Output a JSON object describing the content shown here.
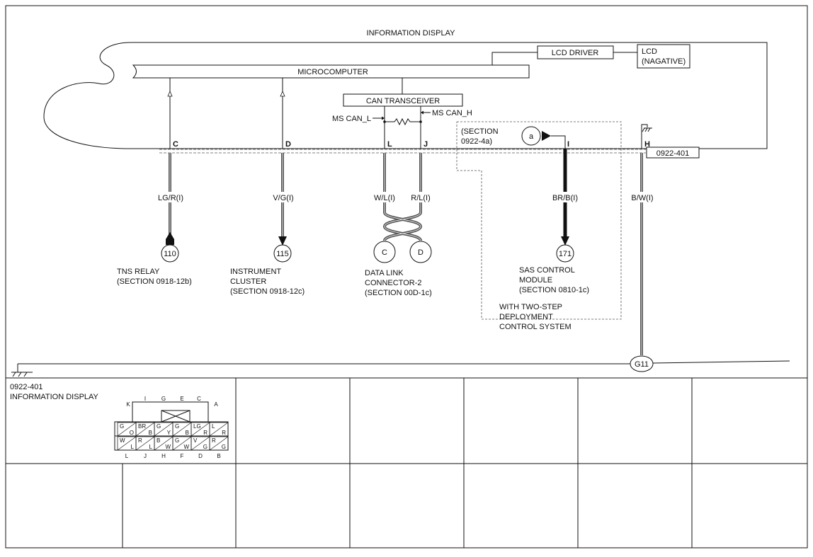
{
  "title": "INFORMATION DISPLAY",
  "lcd_driver": "LCD DRIVER",
  "lcd": {
    "line1": "LCD",
    "line2": "(NAGATIVE)"
  },
  "microcomputer": "MICROCOMPUTER",
  "can_transceiver": "CAN TRANSCEIVER",
  "ms_can_l": "MS CAN_L",
  "ms_can_h": "MS CAN_H",
  "section_ref": {
    "line1": "(SECTION",
    "line2": "0922-4a)",
    "circle": "a"
  },
  "connector_id": "0922-401",
  "pins": {
    "c": "C",
    "d": "D",
    "l": "L",
    "j": "J",
    "i": "I",
    "h": "H"
  },
  "wires": {
    "c": "LG/R(I)",
    "d": "V/G(I)",
    "l": "W/L(I)",
    "j": "R/L(I)",
    "i": "BR/B(I)",
    "h": "B/W(I)"
  },
  "destinations": [
    {
      "num": "110",
      "line1": "TNS RELAY",
      "line2": "(SECTION 0918-12b)",
      "line3": ""
    },
    {
      "num": "115",
      "line1": "INSTRUMENT",
      "line2": "CLUSTER",
      "line3": "(SECTION 0918-12c)"
    },
    {
      "num": "C"
    },
    {
      "num": "D"
    },
    {
      "line1": "DATA LINK",
      "line2": "CONNECTOR-2",
      "line3": "(SECTION 00D-1c)"
    },
    {
      "num": "171",
      "line1": "SAS CONTROL",
      "line2": "MODULE",
      "line3": "(SECTION 0810-1c)"
    }
  ],
  "two_step_note": {
    "line1": "WITH TWO-STEP",
    "line2": "DEPLOYMENT",
    "line3": "CONTROL SYSTEM"
  },
  "ground": "G11",
  "connector_table": {
    "id": "0922-401",
    "name": "INFORMATION DISPLAY",
    "top_pins": [
      "K",
      "I",
      "G",
      "E",
      "C",
      "A"
    ],
    "bottom_pins": [
      "L",
      "J",
      "H",
      "F",
      "D",
      "B"
    ],
    "row1": [
      [
        "G",
        "O"
      ],
      [
        "BR",
        "B"
      ],
      [
        "G",
        "Y"
      ],
      [
        "G",
        "B"
      ],
      [
        "LG",
        "R"
      ],
      [
        "L",
        "R"
      ]
    ],
    "row2": [
      [
        "W",
        "L"
      ],
      [
        "R",
        "L"
      ],
      [
        "B",
        "W"
      ],
      [
        "G",
        "W"
      ],
      [
        "V",
        "G"
      ],
      [
        "R",
        "G"
      ]
    ]
  }
}
